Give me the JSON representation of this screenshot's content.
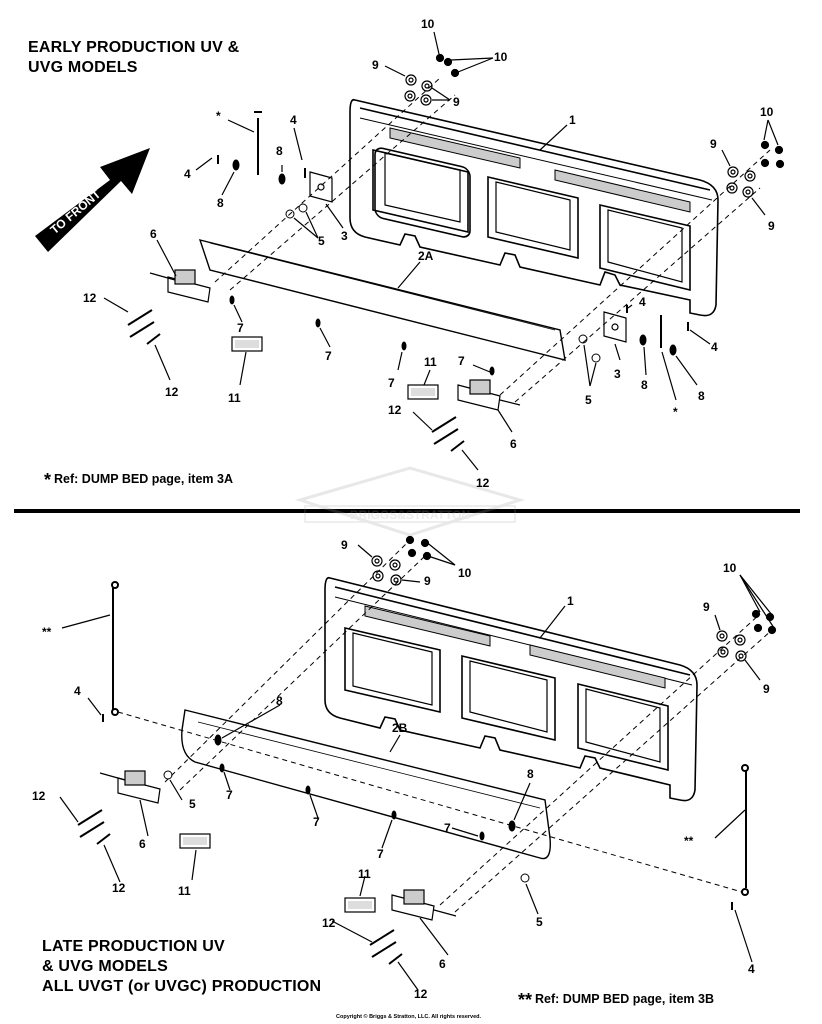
{
  "top_section": {
    "heading_line1": "EARLY PRODUCTION UV &",
    "heading_line2": "UVG MODELS",
    "front_arrow_label": "TO FRONT",
    "ref_star": "*",
    "ref_text": "Ref: DUMP BED page, item 3A"
  },
  "bottom_section": {
    "heading_line1": "LATE PRODUCTION UV",
    "heading_line2": "& UVG MODELS",
    "heading_line3": "ALL UVGT (or UVGC) PRODUCTION",
    "ref_star": "**",
    "ref_text": "Ref: DUMP BED page, item 3B"
  },
  "watermark": "BRIGGS&STRATTON",
  "copyright": "Copyright © Briggs & Stratton, LLC. All rights reserved.",
  "callouts_top": [
    {
      "id": "c-t-10a",
      "text": "10"
    },
    {
      "id": "c-t-10b",
      "text": "10"
    },
    {
      "id": "c-t-9a",
      "text": "9"
    },
    {
      "id": "c-t-9b",
      "text": "9"
    },
    {
      "id": "c-t-1",
      "text": "1"
    },
    {
      "id": "c-t-10c",
      "text": "10"
    },
    {
      "id": "c-t-9c",
      "text": "9"
    },
    {
      "id": "c-t-9d",
      "text": "9"
    },
    {
      "id": "c-t-star1",
      "text": "*"
    },
    {
      "id": "c-t-4a",
      "text": "4"
    },
    {
      "id": "c-t-8a",
      "text": "8"
    },
    {
      "id": "c-t-4b",
      "text": "4"
    },
    {
      "id": "c-t-8b",
      "text": "8"
    },
    {
      "id": "c-t-3a",
      "text": "3"
    },
    {
      "id": "c-t-5a",
      "text": "5"
    },
    {
      "id": "c-t-6a",
      "text": "6"
    },
    {
      "id": "c-t-2a",
      "text": "2A"
    },
    {
      "id": "c-t-12a",
      "text": "12"
    },
    {
      "id": "c-t-12b",
      "text": "12"
    },
    {
      "id": "c-t-7a",
      "text": "7"
    },
    {
      "id": "c-t-7b",
      "text": "7"
    },
    {
      "id": "c-t-11a",
      "text": "11"
    },
    {
      "id": "c-t-4c",
      "text": "4"
    },
    {
      "id": "c-t-4d",
      "text": "4"
    },
    {
      "id": "c-t-3b",
      "text": "3"
    },
    {
      "id": "c-t-8c",
      "text": "8"
    },
    {
      "id": "c-t-8d",
      "text": "8"
    },
    {
      "id": "c-t-5b",
      "text": "5"
    },
    {
      "id": "c-t-star2",
      "text": "*"
    },
    {
      "id": "c-t-7c",
      "text": "7"
    },
    {
      "id": "c-t-7d",
      "text": "7"
    },
    {
      "id": "c-t-11b",
      "text": "11"
    },
    {
      "id": "c-t-12c",
      "text": "12"
    },
    {
      "id": "c-t-6b",
      "text": "6"
    },
    {
      "id": "c-t-12d",
      "text": "12"
    }
  ],
  "callouts_bottom": [
    {
      "id": "c-b-9a",
      "text": "9"
    },
    {
      "id": "c-b-10a",
      "text": "10"
    },
    {
      "id": "c-b-9b",
      "text": "9"
    },
    {
      "id": "c-b-1",
      "text": "1"
    },
    {
      "id": "c-b-10b",
      "text": "10"
    },
    {
      "id": "c-b-9c",
      "text": "9"
    },
    {
      "id": "c-b-9d",
      "text": "9"
    },
    {
      "id": "c-b-star1",
      "text": "**"
    },
    {
      "id": "c-b-4a",
      "text": "4"
    },
    {
      "id": "c-b-8a",
      "text": "8"
    },
    {
      "id": "c-b-2b",
      "text": "2B"
    },
    {
      "id": "c-b-12a",
      "text": "12"
    },
    {
      "id": "c-b-5a",
      "text": "5"
    },
    {
      "id": "c-b-7a",
      "text": "7"
    },
    {
      "id": "c-b-6a",
      "text": "6"
    },
    {
      "id": "c-b-7b",
      "text": "7"
    },
    {
      "id": "c-b-12b",
      "text": "12"
    },
    {
      "id": "c-b-11a",
      "text": "11"
    },
    {
      "id": "c-b-8b",
      "text": "8"
    },
    {
      "id": "c-b-7c",
      "text": "7"
    },
    {
      "id": "c-b-7d",
      "text": "7"
    },
    {
      "id": "c-b-star2",
      "text": "**"
    },
    {
      "id": "c-b-11b",
      "text": "11"
    },
    {
      "id": "c-b-5b",
      "text": "5"
    },
    {
      "id": "c-b-12c",
      "text": "12"
    },
    {
      "id": "c-b-6b",
      "text": "6"
    },
    {
      "id": "c-b-12d",
      "text": "12"
    },
    {
      "id": "c-b-4b",
      "text": "4"
    }
  ]
}
